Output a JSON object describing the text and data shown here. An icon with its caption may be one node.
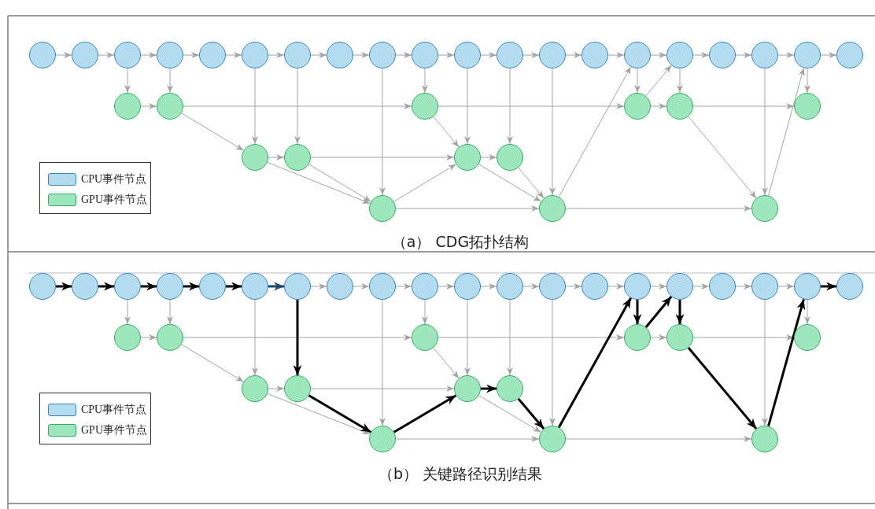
{
  "diagram": {
    "nodes": [
      {
        "text": [],
        "shape": "circle"
      },
      {
        "text": [],
        "shape": "circle"
      },
      {
        "text": [],
        "shape": "circle"
      },
      {
        "text": [],
        "shape": "circle"
      },
      {
        "text": [],
        "shape": "circle"
      },
      {
        "text": [],
        "shape": "circle"
      },
      {
        "text": [],
        "shape": "circle"
      },
      {
        "text": [],
        "shape": "circle"
      },
      {
        "text": [],
        "shape": "circle"
      },
      {
        "text": [],
        "shape": "circle"
      },
      {
        "text": [],
        "shape": "circle"
      },
      {
        "text": [],
        "shape": "circle"
      },
      {
        "text": [],
        "shape": "circle"
      },
      {
        "text": [],
        "shape": "circle"
      },
      {
        "text": [],
        "shape": "circle"
      },
      {
        "text": [],
        "shape": "circle"
      },
      {
        "text": [],
        "shape": "circle"
      },
      {
        "text": [],
        "shape": "circle"
      },
      {
        "text": [],
        "shape": "circle"
      },
      {
        "text": [],
        "shape": "circle"
      },
      {
        "text": [],
        "shape": "circle"
      },
      {
        "text": [],
        "shape": "circle"
      },
      {
        "text": [],
        "shape": "circle"
      },
      {
        "text": [],
        "shape": "circle"
      },
      {
        "text": [],
        "shape": "circle"
      },
      {
        "text": [],
        "shape": "circle"
      },
      {
        "text": [],
        "shape": "circle"
      },
      {
        "text": [],
        "shape": "circle"
      },
      {
        "text": [],
        "shape": "circle"
      },
      {
        "text": [],
        "shape": "circle"
      },
      {
        "text": [],
        "shape": "circle"
      },
      {
        "text": [],
        "shape": "circle"
      },
      {
        "text": [],
        "shape": "circle"
      },
      {
        "text": [],
        "shape": "circle"
      },
      {
        "text": [],
        "shape": "circle"
      },
      {
        "text": [],
        "shape": "circle"
      },
      {
        "text": [],
        "shape": "circle"
      },
      {
        "text": [],
        "shape": "circle"
      },
      {
        "text": [],
        "shape": "circle"
      },
      {
        "text": [],
        "shape": "circle"
      },
      {
        "text": [],
        "shape": "circle"
      },
      {
        "text": [],
        "shape": "circle"
      },
      {
        "text": [],
        "shape": "circle"
      },
      {
        "text": [],
        "shape": "circle"
      },
      {
        "text": [],
        "shape": "circle"
      },
      {
        "text": [],
        "shape": "circle"
      },
      {
        "text": [],
        "shape": "circle"
      },
      {
        "text": [],
        "shape": "circle"
      },
      {
        "text": [],
        "shape": "circle"
      },
      {
        "text": [],
        "shape": "circle"
      },
      {
        "text": [],
        "shape": "circle"
      },
      {
        "text": [],
        "shape": "circle"
      },
      {
        "text": [],
        "shape": "circle"
      },
      {
        "text": [],
        "shape": "circle"
      },
      {
        "text": [],
        "shape": "circle"
      },
      {
        "text": [],
        "shape": "circle"
      },
      {
        "text": [],
        "shape": "circle"
      },
      {
        "text": [],
        "shape": "circle"
      },
      {
        "text": [],
        "shape": "circle"
      },
      {
        "text": [],
        "shape": "circle"
      },
      {
        "text": [],
        "shape": "circle"
      },
      {
        "text": [],
        "shape": "circle"
      },
      {
        "text": [],
        "shape": "circle"
      },
      {
        "text": [],
        "shape": "circle"
      },
      {
        "text": [],
        "shape": "circle"
      },
      {
        "text": [],
        "shape": "circle"
      }
    ],
    "edges": [
      {
        "from": 0,
        "to": 1,
        "arrow": "to"
      },
      {
        "from": 1,
        "to": 2,
        "arrow": "to"
      },
      {
        "from": 2,
        "to": 3,
        "arrow": "to"
      },
      {
        "from": 3,
        "to": 4,
        "arrow": "to"
      },
      {
        "from": 4,
        "to": 5,
        "arrow": "to"
      },
      {
        "from": 5,
        "to": 6,
        "arrow": "to"
      },
      {
        "from": 6,
        "to": 7,
        "arrow": "to"
      },
      {
        "from": 7,
        "to": 8,
        "arrow": "to"
      },
      {
        "from": 8,
        "to": 9,
        "arrow": "to"
      },
      {
        "from": 9,
        "to": 10,
        "arrow": "to"
      },
      {
        "from": 10,
        "to": 11,
        "arrow": "to"
      },
      {
        "from": 11,
        "to": 12,
        "arrow": "to"
      },
      {
        "from": 12,
        "to": 13,
        "arrow": "to"
      },
      {
        "from": 13,
        "to": 14,
        "arrow": "to"
      },
      {
        "from": 14,
        "to": 15,
        "arrow": "to"
      },
      {
        "from": 15,
        "to": 16,
        "arrow": "to"
      },
      {
        "from": 16,
        "to": 17,
        "arrow": "to"
      },
      {
        "from": 17,
        "to": 18,
        "arrow": "to"
      },
      {
        "from": 18,
        "to": 19,
        "arrow": "to"
      },
      {
        "from": 2,
        "to": 20,
        "arrow": "to"
      },
      {
        "from": 3,
        "to": 21,
        "arrow": "to"
      },
      {
        "from": 20,
        "to": 21,
        "arrow": "to"
      },
      {
        "from": 21,
        "to": 22,
        "arrow": "to"
      },
      {
        "from": 21,
        "to": 26,
        "arrow": "to"
      },
      {
        "from": 5,
        "to": 26,
        "arrow": "to"
      },
      {
        "from": 6,
        "to": 27,
        "arrow": "to"
      },
      {
        "from": 26,
        "to": 27,
        "arrow": "to"
      },
      {
        "from": 26,
        "to": 30,
        "arrow": "to"
      },
      {
        "from": 27,
        "to": 30,
        "arrow": "to"
      },
      {
        "from": 27,
        "to": 28,
        "arrow": "to"
      },
      {
        "from": 8,
        "to": 30,
        "arrow": "to"
      },
      {
        "from": 9,
        "to": 22,
        "arrow": "to"
      },
      {
        "from": 22,
        "to": 23,
        "arrow": "to"
      },
      {
        "from": 22,
        "to": 28,
        "arrow": "to"
      },
      {
        "from": 30,
        "to": 28,
        "arrow": "to"
      },
      {
        "from": 30,
        "to": 31,
        "arrow": "to"
      },
      {
        "from": 10,
        "to": 28,
        "arrow": "to"
      },
      {
        "from": 11,
        "to": 29,
        "arrow": "to"
      },
      {
        "from": 28,
        "to": 29,
        "arrow": "to"
      },
      {
        "from": 28,
        "to": 31,
        "arrow": "to"
      },
      {
        "from": 29,
        "to": 31,
        "arrow": "to"
      },
      {
        "from": 12,
        "to": 31,
        "arrow": "to"
      },
      {
        "from": 31,
        "to": 14,
        "arrow": "to"
      },
      {
        "from": 31,
        "to": 32,
        "arrow": "to"
      },
      {
        "from": 14,
        "to": 23,
        "arrow": "to"
      },
      {
        "from": 23,
        "to": 15,
        "arrow": "to"
      },
      {
        "from": 23,
        "to": 24,
        "arrow": "to"
      },
      {
        "from": 15,
        "to": 24,
        "arrow": "to"
      },
      {
        "from": 24,
        "to": 25,
        "arrow": "to"
      },
      {
        "from": 24,
        "to": 32,
        "arrow": "to"
      },
      {
        "from": 17,
        "to": 32,
        "arrow": "to"
      },
      {
        "from": 32,
        "to": 18,
        "arrow": "to"
      },
      {
        "from": 18,
        "to": 25,
        "arrow": "to"
      },
      {
        "from": 33,
        "to": 34,
        "arrow": "to",
        "style": "thick",
        "color": "#000000"
      },
      {
        "from": 34,
        "to": 35,
        "arrow": "to",
        "style": "thick",
        "color": "#000000"
      },
      {
        "from": 35,
        "to": 36,
        "arrow": "to",
        "style": "thick",
        "color": "#000000"
      },
      {
        "from": 36,
        "to": 37,
        "arrow": "to",
        "style": "thick",
        "color": "#000000"
      },
      {
        "from": 37,
        "to": 38,
        "arrow": "to",
        "style": "thick",
        "color": "#000000"
      },
      {
        "from": 38,
        "to": 39,
        "arrow": "to",
        "style": "thick",
        "color": "#1f4766"
      },
      {
        "from": 39,
        "to": 40,
        "arrow": "to"
      },
      {
        "from": 40,
        "to": 41,
        "arrow": "to"
      },
      {
        "from": 41,
        "to": 42,
        "arrow": "to"
      },
      {
        "from": 42,
        "to": 43,
        "arrow": "to"
      },
      {
        "from": 43,
        "to": 44,
        "arrow": "to"
      },
      {
        "from": 44,
        "to": 45,
        "arrow": "to"
      },
      {
        "from": 45,
        "to": 46,
        "arrow": "to"
      },
      {
        "from": 46,
        "to": 47,
        "arrow": "to"
      },
      {
        "from": 47,
        "to": 48,
        "arrow": "to"
      },
      {
        "from": 48,
        "to": 49,
        "arrow": "to"
      },
      {
        "from": 49,
        "to": 50,
        "arrow": "to"
      },
      {
        "from": 50,
        "to": 51,
        "arrow": "to"
      },
      {
        "from": 51,
        "to": 52,
        "arrow": "to",
        "style": "thick",
        "color": "#000000"
      },
      {
        "from": 35,
        "to": 53,
        "arrow": "to"
      },
      {
        "from": 36,
        "to": 54,
        "arrow": "to"
      },
      {
        "from": 53,
        "to": 54,
        "arrow": "to"
      },
      {
        "from": 54,
        "to": 55,
        "arrow": "to"
      },
      {
        "from": 54,
        "to": 59,
        "arrow": "to"
      },
      {
        "from": 38,
        "to": 59,
        "arrow": "to"
      },
      {
        "from": 39,
        "to": 60,
        "arrow": "to",
        "style": "thick",
        "color": "#000000"
      },
      {
        "from": 59,
        "to": 60,
        "arrow": "to"
      },
      {
        "from": 59,
        "to": 63,
        "arrow": "to"
      },
      {
        "from": 60,
        "to": 63,
        "arrow": "to",
        "style": "thick",
        "color": "#000000"
      },
      {
        "from": 60,
        "to": 61,
        "arrow": "to"
      },
      {
        "from": 41,
        "to": 63,
        "arrow": "to"
      },
      {
        "from": 42,
        "to": 55,
        "arrow": "to"
      },
      {
        "from": 55,
        "to": 56,
        "arrow": "to"
      },
      {
        "from": 55,
        "to": 61,
        "arrow": "to"
      },
      {
        "from": 63,
        "to": 61,
        "arrow": "to",
        "style": "thick",
        "color": "#000000"
      },
      {
        "from": 63,
        "to": 64,
        "arrow": "to"
      },
      {
        "from": 43,
        "to": 61,
        "arrow": "to"
      },
      {
        "from": 44,
        "to": 62,
        "arrow": "to"
      },
      {
        "from": 61,
        "to": 62,
        "arrow": "to",
        "style": "thick",
        "color": "#000000"
      },
      {
        "from": 61,
        "to": 64,
        "arrow": "to"
      },
      {
        "from": 62,
        "to": 64,
        "arrow": "to",
        "style": "thick",
        "color": "#000000"
      },
      {
        "from": 45,
        "to": 64,
        "arrow": "to"
      },
      {
        "from": 64,
        "to": 47,
        "arrow": "to",
        "style": "thick",
        "color": "#000000"
      },
      {
        "from": 64,
        "to": 65,
        "arrow": "to"
      },
      {
        "from": 47,
        "to": 56,
        "arrow": "to",
        "style": "thick",
        "color": "#000000"
      },
      {
        "from": 56,
        "to": 48,
        "arrow": "to",
        "style": "thick",
        "color": "#000000"
      },
      {
        "from": 56,
        "to": 57,
        "arrow": "to"
      },
      {
        "from": 48,
        "to": 57,
        "arrow": "to",
        "style": "thick",
        "color": "#000000"
      },
      {
        "from": 57,
        "to": 58,
        "arrow": "to"
      },
      {
        "from": 57,
        "to": 65,
        "arrow": "to",
        "style": "thick",
        "color": "#000000"
      },
      {
        "from": 50,
        "to": 65,
        "arrow": "to"
      },
      {
        "from": 65,
        "to": 51,
        "arrow": "to",
        "style": "thick",
        "color": "#000000"
      },
      {
        "from": 51,
        "to": 58,
        "arrow": "to"
      }
    ],
    "labels": [
      "（a） CDG拓扑结构",
      "（b） 关键路径识别结果"
    ],
    "legend": [
      {
        "text": "CPU事件节点",
        "color": "#b3dcf0"
      },
      {
        "text": "GPU事件节点",
        "color": "#9ee6bc"
      },
      {
        "text": "CPU事件节点",
        "color": "#b3dcf0"
      },
      {
        "text": "GPU事件节点",
        "color": "#9ee6bc"
      }
    ]
  }
}
